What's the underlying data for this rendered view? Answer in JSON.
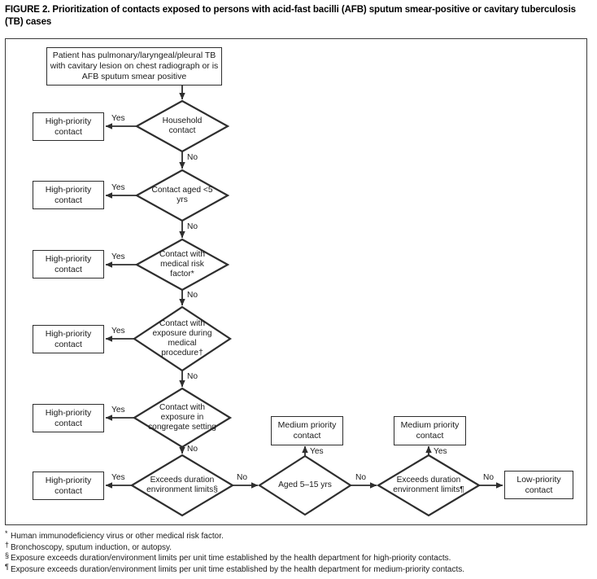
{
  "figure": {
    "title": "FIGURE 2. Prioritization of contacts exposed to persons with acid-fast bacilli (AFB) sputum smear-positive or cavitary tuberculosis (TB)  cases"
  },
  "nodes": {
    "start": "Patient has pulmonary/laryngeal/pleural TB with cavitary lesion on chest radiograph or is AFB sputum smear positive",
    "d1": "Household contact",
    "d2": "Contact aged <5 yrs",
    "d3": "Contact with medical risk factor*",
    "d4": "Contact with exposure during medical procedure†",
    "d5": "Contact with exposure in congregate setting",
    "d6": "Exceeds duration environment limits§",
    "d7": "Aged 5–15 yrs",
    "d8": "Exceeds duration environment limits¶",
    "high1": "High-priority contact",
    "high2": "High-priority contact",
    "high3": "High-priority contact",
    "high4": "High-priority contact",
    "high5": "High-priority contact",
    "high6": "High-priority contact",
    "medium1": "Medium priority contact",
    "medium2": "Medium priority contact",
    "low1": "Low-priority contact"
  },
  "edge_labels": {
    "yes1": "Yes",
    "no1": "No",
    "yes2": "Yes",
    "no2": "No",
    "yes3": "Yes",
    "no3": "No",
    "yes4": "Yes",
    "no4": "No",
    "yes5": "Yes",
    "no5": "No",
    "yes6": "Yes",
    "no6": "No",
    "yes7": "Yes",
    "no7": "No",
    "yes8": "Yes",
    "no8": "No"
  },
  "footnotes": [
    {
      "marker": "*",
      "text": "Human immunodeficiency virus or other medical risk factor."
    },
    {
      "marker": "†",
      "text": "Bronchoscopy, sputum induction, or autopsy."
    },
    {
      "marker": "§",
      "text": "Exposure exceeds duration/environment limits per unit time established by the health department for high-priority contacts."
    },
    {
      "marker": "¶",
      "text": "Exposure exceeds duration/environment limits per unit time established by the health department for medium-priority contacts."
    }
  ],
  "colors": {
    "stroke": "#2e2e2e",
    "frame": "#3a3a3a",
    "text": "#1a1a1a",
    "background": "#ffffff"
  }
}
